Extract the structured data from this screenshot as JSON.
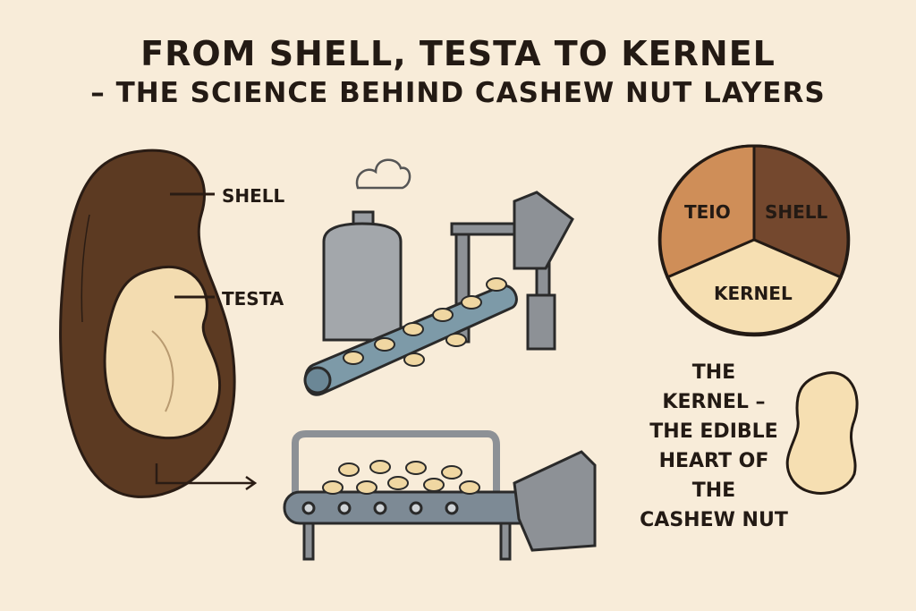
{
  "title": {
    "line1": "FROM SHELL, TESTA TO KERNEL",
    "line2": "– THE SCIENCE BEHIND CASHEW NUT LAYERS"
  },
  "nut_diagram": {
    "labels": [
      "SHELL",
      "TESTA"
    ],
    "colors": {
      "shell": "#5c3a22",
      "kernel": "#f3dcb0"
    }
  },
  "pie": {
    "slices": [
      {
        "label": "TEIO",
        "color": "#cf8e58"
      },
      {
        "label": "SHELL",
        "color": "#74482e"
      },
      {
        "label": "KERNEL",
        "color": "#f6dfb2"
      }
    ]
  },
  "caption": [
    "THE",
    "KERNEL –",
    "THE EDIBLE",
    "HEART OF",
    "THE",
    "CASHEW NUT"
  ],
  "background": "#f8ecd9"
}
